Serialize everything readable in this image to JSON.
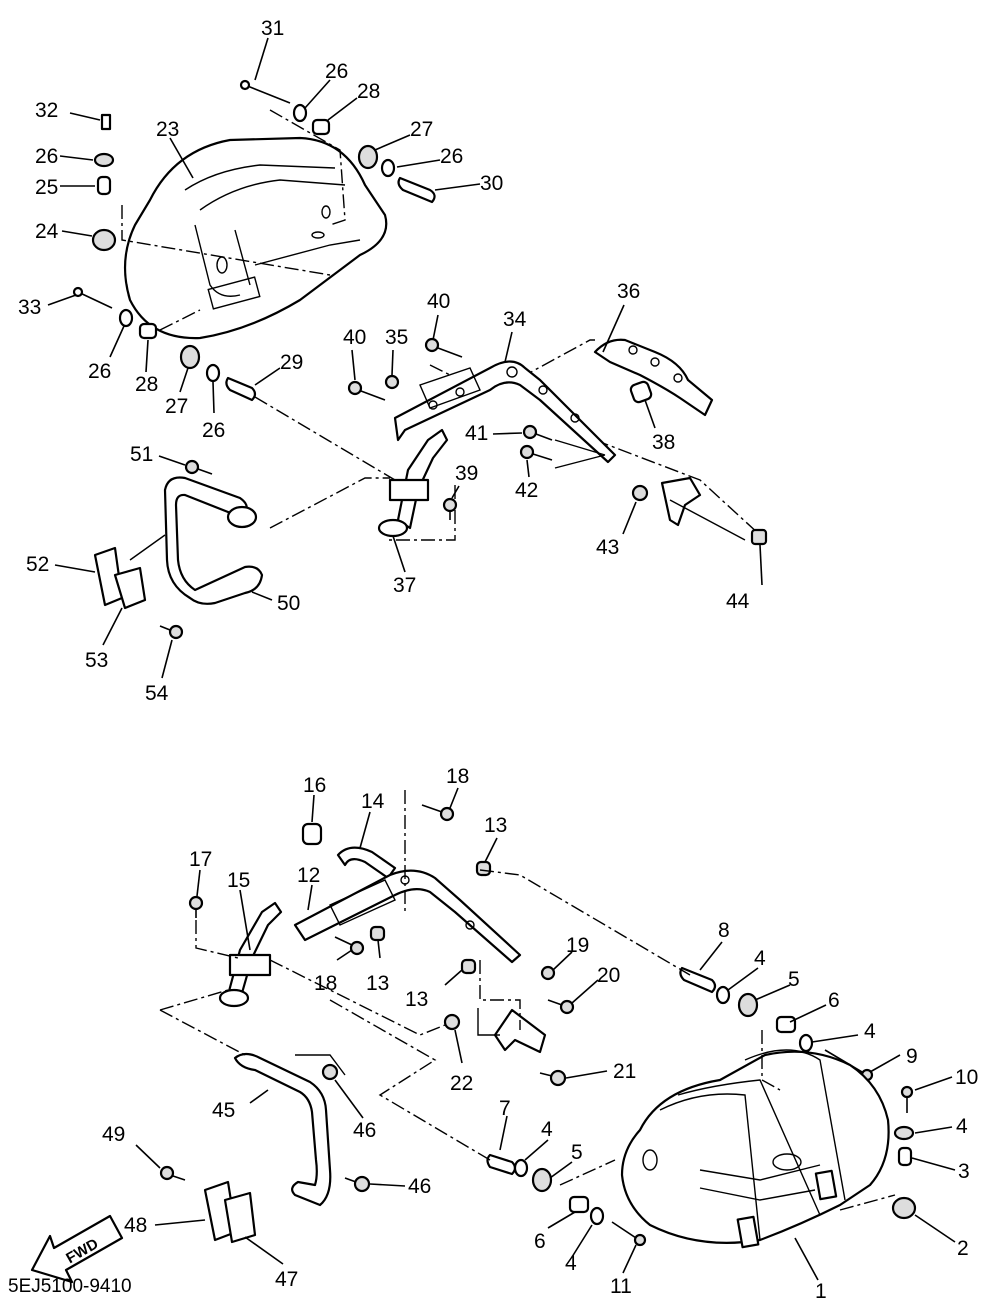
{
  "diagram_code": "5EJ5100-9410",
  "fwd_label": "FWD",
  "callouts": [
    {
      "id": "c31",
      "text": "31"
    },
    {
      "id": "c26a",
      "text": "26"
    },
    {
      "id": "c28a",
      "text": "28"
    },
    {
      "id": "c32",
      "text": "32"
    },
    {
      "id": "c23",
      "text": "23"
    },
    {
      "id": "c27a",
      "text": "27"
    },
    {
      "id": "c26b",
      "text": "26"
    },
    {
      "id": "c26c",
      "text": "26"
    },
    {
      "id": "c30",
      "text": "30"
    },
    {
      "id": "c25",
      "text": "25"
    },
    {
      "id": "c24",
      "text": "24"
    },
    {
      "id": "c36",
      "text": "36"
    },
    {
      "id": "c40a",
      "text": "40"
    },
    {
      "id": "c34",
      "text": "34"
    },
    {
      "id": "c33",
      "text": "33"
    },
    {
      "id": "c40b",
      "text": "40"
    },
    {
      "id": "c35",
      "text": "35"
    },
    {
      "id": "c29",
      "text": "29"
    },
    {
      "id": "c26d",
      "text": "26"
    },
    {
      "id": "c28b",
      "text": "28"
    },
    {
      "id": "c27b",
      "text": "27"
    },
    {
      "id": "c26e",
      "text": "26"
    },
    {
      "id": "c38",
      "text": "38"
    },
    {
      "id": "c41",
      "text": "41"
    },
    {
      "id": "c51",
      "text": "51"
    },
    {
      "id": "c39",
      "text": "39"
    },
    {
      "id": "c42",
      "text": "42"
    },
    {
      "id": "c52",
      "text": "52"
    },
    {
      "id": "c43",
      "text": "43"
    },
    {
      "id": "c37",
      "text": "37"
    },
    {
      "id": "c44",
      "text": "44"
    },
    {
      "id": "c50",
      "text": "50"
    },
    {
      "id": "c53",
      "text": "53"
    },
    {
      "id": "c54",
      "text": "54"
    },
    {
      "id": "c18a",
      "text": "18"
    },
    {
      "id": "c16",
      "text": "16"
    },
    {
      "id": "c14",
      "text": "14"
    },
    {
      "id": "c13a",
      "text": "13"
    },
    {
      "id": "c17",
      "text": "17"
    },
    {
      "id": "c15",
      "text": "15"
    },
    {
      "id": "c12",
      "text": "12"
    },
    {
      "id": "c8",
      "text": "8"
    },
    {
      "id": "c19",
      "text": "19"
    },
    {
      "id": "c4a",
      "text": "4"
    },
    {
      "id": "c5a",
      "text": "5"
    },
    {
      "id": "c20",
      "text": "20"
    },
    {
      "id": "c18b",
      "text": "18"
    },
    {
      "id": "c13b",
      "text": "13"
    },
    {
      "id": "c13c",
      "text": "13"
    },
    {
      "id": "c6a",
      "text": "6"
    },
    {
      "id": "c4b",
      "text": "4"
    },
    {
      "id": "c9",
      "text": "9"
    },
    {
      "id": "c22",
      "text": "22"
    },
    {
      "id": "c21",
      "text": "21"
    },
    {
      "id": "c10",
      "text": "10"
    },
    {
      "id": "c45",
      "text": "45"
    },
    {
      "id": "c46a",
      "text": "46"
    },
    {
      "id": "c7",
      "text": "7"
    },
    {
      "id": "c4c",
      "text": "4"
    },
    {
      "id": "c4d",
      "text": "4"
    },
    {
      "id": "c49",
      "text": "49"
    },
    {
      "id": "c3",
      "text": "3"
    },
    {
      "id": "c5b",
      "text": "5"
    },
    {
      "id": "c46b",
      "text": "46"
    },
    {
      "id": "c48",
      "text": "48"
    },
    {
      "id": "c6b",
      "text": "6"
    },
    {
      "id": "c2",
      "text": "2"
    },
    {
      "id": "c47",
      "text": "47"
    },
    {
      "id": "c4e",
      "text": "4"
    },
    {
      "id": "c11",
      "text": "11"
    },
    {
      "id": "c1",
      "text": "1"
    }
  ]
}
